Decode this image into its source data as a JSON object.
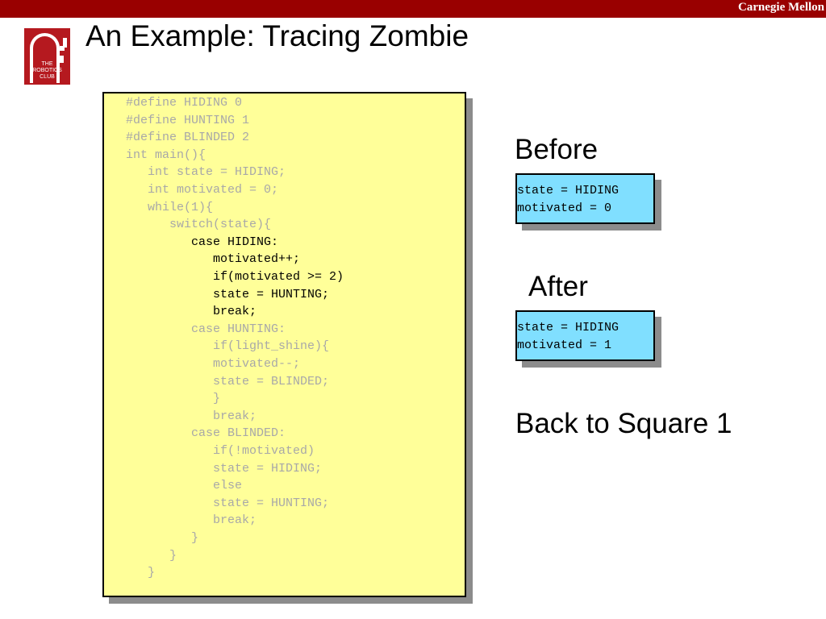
{
  "header": {
    "brand": "Carnegie Mellon",
    "title": "An Example: Tracing Zombie",
    "logo_text": [
      "THE",
      "ROBOTICS",
      "CLUB"
    ],
    "bar_color": "#990000"
  },
  "code": {
    "background": "#ffff99",
    "lines": [
      {
        "text": "#define HIDING 0",
        "indent": 0,
        "emphasis": false
      },
      {
        "text": "#define HUNTING 1",
        "indent": 0,
        "emphasis": false
      },
      {
        "text": "#define BLINDED 2",
        "indent": 0,
        "emphasis": false
      },
      {
        "text": "int main(){",
        "indent": 0,
        "emphasis": false
      },
      {
        "text": "int state = HIDING;",
        "indent": 1,
        "emphasis": false
      },
      {
        "text": "int motivated = 0;",
        "indent": 1,
        "emphasis": false
      },
      {
        "text": "while(1){",
        "indent": 1,
        "emphasis": false
      },
      {
        "text": "switch(state){",
        "indent": 2,
        "emphasis": false
      },
      {
        "text": "case HIDING:",
        "indent": 3,
        "emphasis": true
      },
      {
        "text": "motivated++;",
        "indent": 4,
        "emphasis": true
      },
      {
        "text": "if(motivated >= 2)",
        "indent": 4,
        "emphasis": true
      },
      {
        "text": "state = HUNTING;",
        "indent": 4,
        "emphasis": true
      },
      {
        "text": "break;",
        "indent": 4,
        "emphasis": true
      },
      {
        "text": "case HUNTING:",
        "indent": 3,
        "emphasis": false
      },
      {
        "text": "if(light_shine){",
        "indent": 4,
        "emphasis": false
      },
      {
        "text": "motivated--;",
        "indent": 4,
        "emphasis": false
      },
      {
        "text": "state = BLINDED;",
        "indent": 4,
        "emphasis": false
      },
      {
        "text": "}",
        "indent": 4,
        "emphasis": false
      },
      {
        "text": "break;",
        "indent": 4,
        "emphasis": false
      },
      {
        "text": "case BLINDED:",
        "indent": 3,
        "emphasis": false
      },
      {
        "text": "if(!motivated)",
        "indent": 4,
        "emphasis": false
      },
      {
        "text": "state = HIDING;",
        "indent": 4,
        "emphasis": false
      },
      {
        "text": "else",
        "indent": 4,
        "emphasis": false
      },
      {
        "text": "state = HUNTING;",
        "indent": 4,
        "emphasis": false
      },
      {
        "text": "break;",
        "indent": 4,
        "emphasis": false
      },
      {
        "text": "}",
        "indent": 3,
        "emphasis": false
      },
      {
        "text": "}",
        "indent": 2,
        "emphasis": false
      },
      {
        "text": "}",
        "indent": 1,
        "emphasis": false
      }
    ]
  },
  "before": {
    "label": "Before",
    "lines": [
      "state = HIDING",
      "motivated = 0"
    ]
  },
  "after": {
    "label": "After",
    "lines": [
      "state = HIDING",
      "motivated = 1"
    ]
  },
  "note": "Back to Square 1",
  "colors": {
    "emphasis_text": "#000000",
    "dim_text": "#a8a8a8",
    "state_box": "#80dfff"
  }
}
